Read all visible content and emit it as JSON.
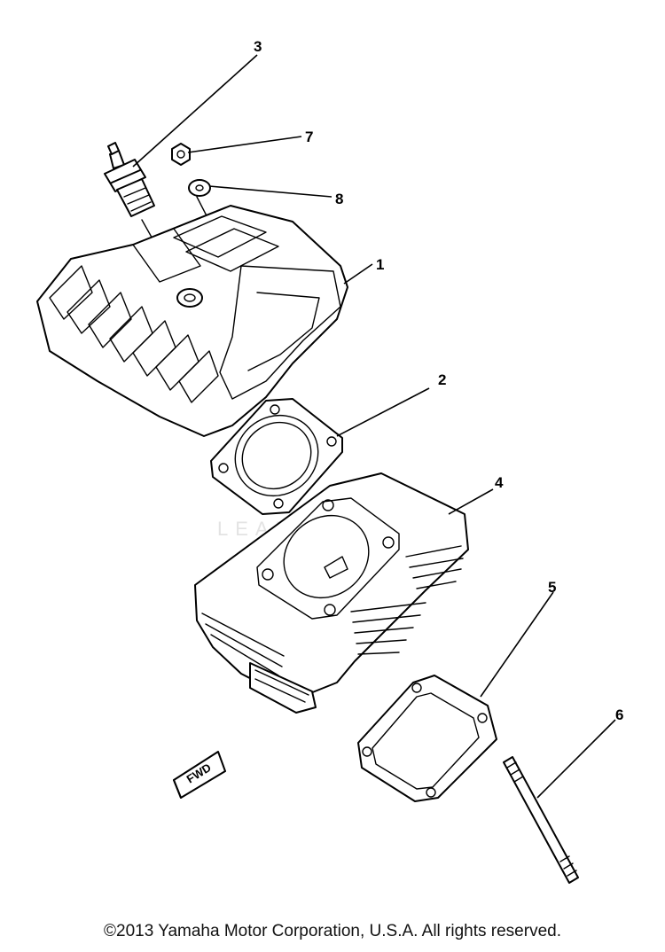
{
  "callouts": {
    "n1": "1",
    "n2": "2",
    "n3": "3",
    "n4": "4",
    "n5": "5",
    "n6": "6",
    "n7": "7",
    "n8": "8"
  },
  "fwd_marker": "FWD",
  "watermark": "LEADVENTURE",
  "copyright": "©2013 Yamaha Motor Corporation, U.S.A. All rights reserved."
}
